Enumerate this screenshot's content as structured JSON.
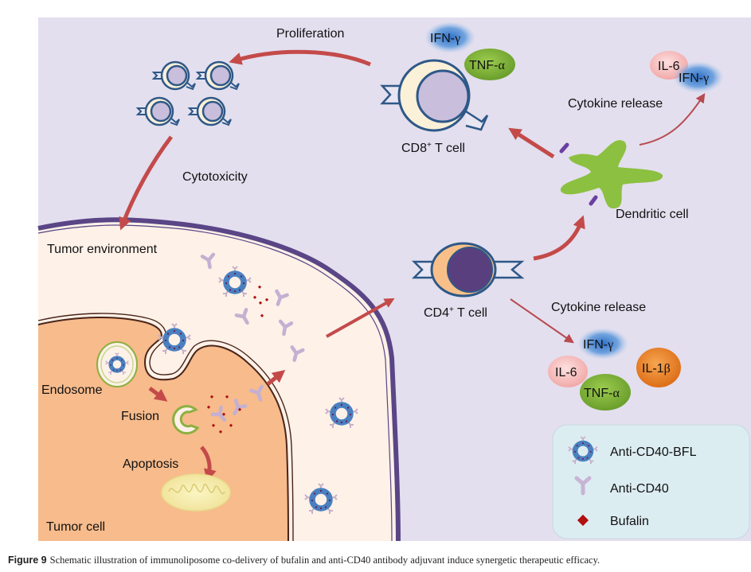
{
  "figure": {
    "labels": {
      "proliferation": "Proliferation",
      "cytotoxicity": "Cytotoxicity",
      "cd8_cell": "CD8",
      "cd8_sup": "+",
      "cd8_rest": " T cell",
      "cd4_cell": "CD4",
      "cd4_sup": "+",
      "cd4_rest": " T cell",
      "dendritic_cell": "Dendritic cell",
      "cytokine_release_top": "Cytokine release",
      "cytokine_release_bottom": "Cytokine release",
      "tumor_environment": "Tumor environment",
      "tumor_cell": "Tumor cell",
      "endosome": "Endosome",
      "fusion": "Fusion",
      "apoptosis": "Apoptosis"
    },
    "cytokines": {
      "cd8": [
        {
          "prefix": "IFN-",
          "greek": "γ",
          "color": "#4a8fd8"
        },
        {
          "prefix": "TNF-",
          "greek": "α",
          "color": "#7db33a"
        }
      ],
      "dendritic": [
        {
          "prefix": "IL-6",
          "greek": "",
          "color": "#f5b5b5"
        },
        {
          "prefix": "IFN-",
          "greek": "γ",
          "color": "#4a8fd8"
        }
      ],
      "cd4": [
        {
          "prefix": "IFN-",
          "greek": "γ",
          "color": "#4a8fd8"
        },
        {
          "prefix": "IL-6",
          "greek": "",
          "color": "#f5b5b5"
        },
        {
          "prefix": "IL-1",
          "greek": "β",
          "color": "#e8832a"
        },
        {
          "prefix": "TNF-",
          "greek": "α",
          "color": "#7db33a"
        }
      ]
    },
    "legend": {
      "items": [
        {
          "icon": "immunoliposome-icon",
          "label": "Anti-CD40-BFL"
        },
        {
          "icon": "antibody-icon",
          "label": "Anti-CD40"
        },
        {
          "icon": "diamond-icon",
          "label": "Bufalin"
        }
      ]
    },
    "colors": {
      "background": "#e3dfee",
      "tumor_environment": "#fdf1e8",
      "tumor_cell": "#f7bb8c",
      "membrane_outer": "#5a4586",
      "arrow": "#c44a4a",
      "legend_bg": "#dcedf2",
      "bufalin": "#b01010",
      "liposome": "#4a80c0",
      "antibody": "#c8b4d4",
      "dendritic": "#8cc040"
    }
  },
  "caption": {
    "number": "Figure 9",
    "text": "Schematic illustration of immunoliposome co-delivery of bufalin and anti-CD40 antibody adjuvant induce synergetic therapeutic efficacy."
  }
}
